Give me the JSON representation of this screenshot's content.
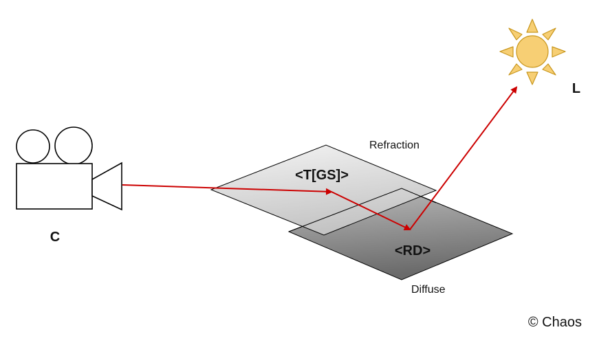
{
  "labels": {
    "camera": "C",
    "light": "L",
    "refraction_caption": "Refraction",
    "refraction_code": "<T[GS]>",
    "diffuse_caption": "Diffuse",
    "diffuse_code": "<RD>"
  },
  "copyright": "© Chaos",
  "colors": {
    "ray": "#cc0000",
    "sun_fill": "#f7cf74",
    "sun_stroke": "#c8961c",
    "outline": "#000000"
  },
  "icons": [
    "camera-icon",
    "sun-icon"
  ]
}
